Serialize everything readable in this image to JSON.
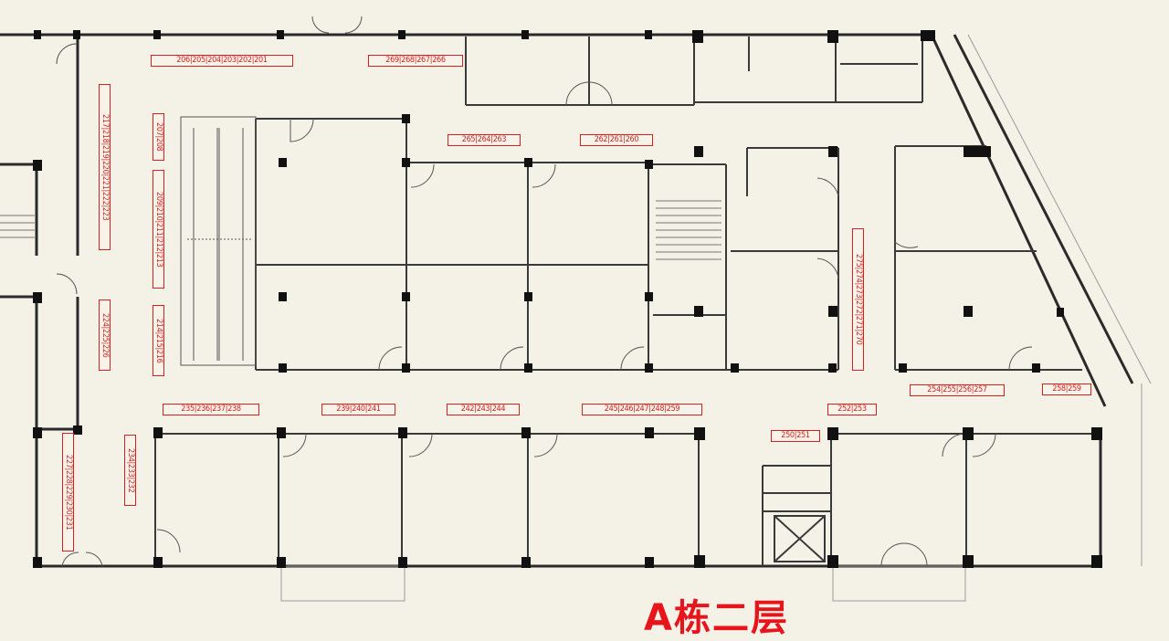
{
  "title": "A栋二层",
  "colors": {
    "wall": "#2a2a2a",
    "label": "#d42020",
    "title": "#e8141c",
    "background": "#f4f1e6"
  },
  "label_groups": [
    {
      "id": "top-left-row",
      "units": [
        "206",
        "205",
        "204",
        "203",
        "202",
        "201"
      ]
    },
    {
      "id": "top-right-row",
      "units": [
        "269",
        "268",
        "267",
        "266"
      ]
    },
    {
      "id": "left-col-upper",
      "units": [
        "217",
        "218",
        "219",
        "220",
        "221",
        "222",
        "223"
      ]
    },
    {
      "id": "left-col-mid",
      "units": [
        "224",
        "225",
        "226"
      ]
    },
    {
      "id": "left-col-lower",
      "units": [
        "227",
        "228",
        "229",
        "230",
        "231"
      ]
    },
    {
      "id": "escalator-col-top",
      "units": [
        "207",
        "208"
      ]
    },
    {
      "id": "escalator-col-mid",
      "units": [
        "209",
        "210",
        "211",
        "212",
        "213"
      ]
    },
    {
      "id": "escalator-col-low",
      "units": [
        "214",
        "215",
        "216"
      ]
    },
    {
      "id": "small-col",
      "units": [
        "234",
        "233",
        "232"
      ]
    },
    {
      "id": "upper-mid-row-a",
      "units": [
        "265",
        "264",
        "263"
      ]
    },
    {
      "id": "upper-mid-row-b",
      "units": [
        "262",
        "261",
        "260"
      ]
    },
    {
      "id": "right-col",
      "units": [
        "275",
        "274",
        "273",
        "272",
        "271",
        "270"
      ]
    },
    {
      "id": "lower-row-a",
      "units": [
        "235",
        "236",
        "237",
        "238"
      ]
    },
    {
      "id": "lower-row-b",
      "units": [
        "239",
        "240",
        "241"
      ]
    },
    {
      "id": "lower-row-c",
      "units": [
        "242",
        "243",
        "244"
      ]
    },
    {
      "id": "lower-row-d",
      "units": [
        "245",
        "246",
        "247",
        "248",
        "259"
      ]
    },
    {
      "id": "lower-row-e",
      "units": [
        "252",
        "253"
      ]
    },
    {
      "id": "lower-row-f",
      "units": [
        "250",
        "251"
      ]
    },
    {
      "id": "lower-row-g",
      "units": [
        "254",
        "255",
        "256",
        "257"
      ]
    },
    {
      "id": "lower-row-h",
      "units": [
        "258",
        "259"
      ]
    }
  ]
}
